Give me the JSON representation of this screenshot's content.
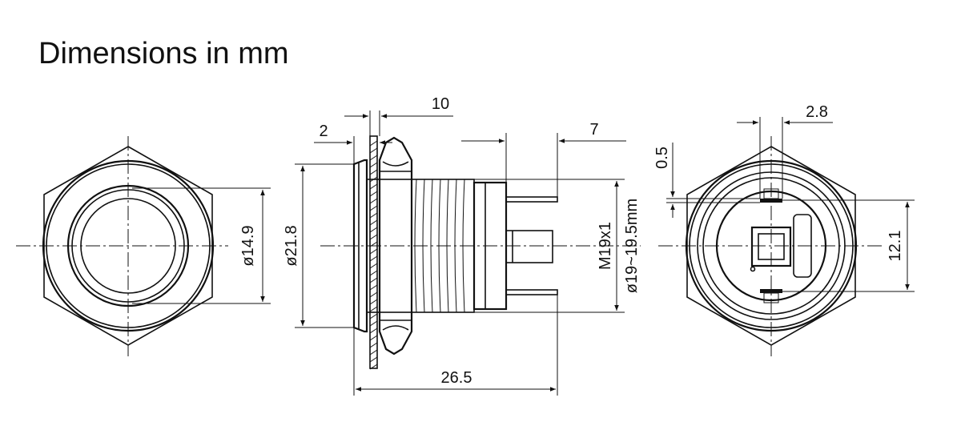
{
  "title": "Dimensions in mm",
  "front_view": {
    "diameter_label": "ø14.9"
  },
  "side_view": {
    "flange_thickness_label": "2",
    "nut_width_label": "10",
    "terminal_length_label": "7",
    "outer_diameter_label": "ø21.8",
    "thread_label": "M19x1",
    "panel_hole_label": "ø19~19.5mm",
    "overall_length_label": "26.5"
  },
  "rear_view": {
    "pin_width_label": "2.8",
    "pin_thickness_label": "0.5",
    "pin_spacing_label": "12.1"
  },
  "colors": {
    "line": "#111111",
    "background": "#ffffff"
  }
}
